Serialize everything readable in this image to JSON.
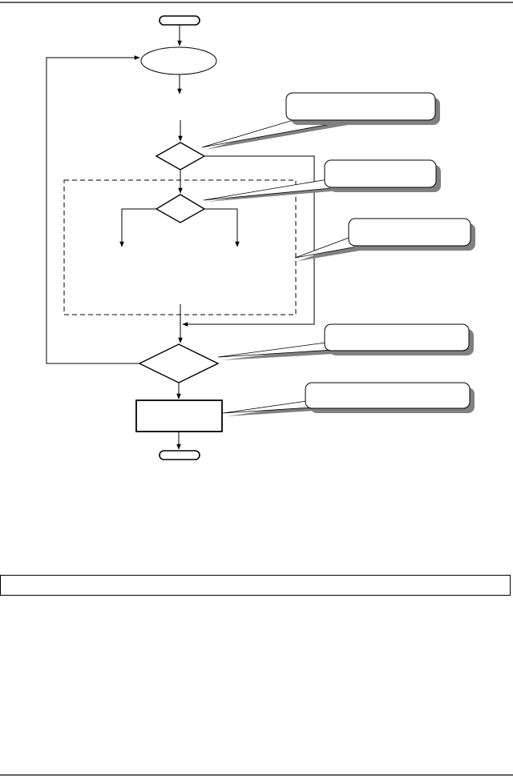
{
  "page": {
    "header_rule": true,
    "footer_rule": true
  },
  "flowchart": {
    "shapes": [
      {
        "id": "start-terminal",
        "kind": "terminal"
      },
      {
        "id": "init-ellipse",
        "kind": "ellipse"
      },
      {
        "id": "decision-outer",
        "kind": "diamond"
      },
      {
        "id": "decision-inner",
        "kind": "diamond"
      },
      {
        "id": "loop-decision",
        "kind": "diamond"
      },
      {
        "id": "result-process",
        "kind": "process"
      },
      {
        "id": "end-terminal",
        "kind": "terminal"
      }
    ],
    "dashed_region": {
      "name": "inner-branch-region",
      "style": "dashed"
    },
    "callouts": [
      {
        "id": "callout-1",
        "target": "decision-outer",
        "text": ""
      },
      {
        "id": "callout-2",
        "target": "decision-inner",
        "text": ""
      },
      {
        "id": "callout-3",
        "target": "inner-branch-region",
        "text": ""
      },
      {
        "id": "callout-4",
        "target": "loop-decision",
        "text": ""
      },
      {
        "id": "callout-5",
        "target": "result-process",
        "text": ""
      }
    ],
    "colors": {
      "line": "#000000",
      "callout_shadow": "#808080",
      "background": "#ffffff"
    }
  },
  "caption": {
    "text": ""
  }
}
